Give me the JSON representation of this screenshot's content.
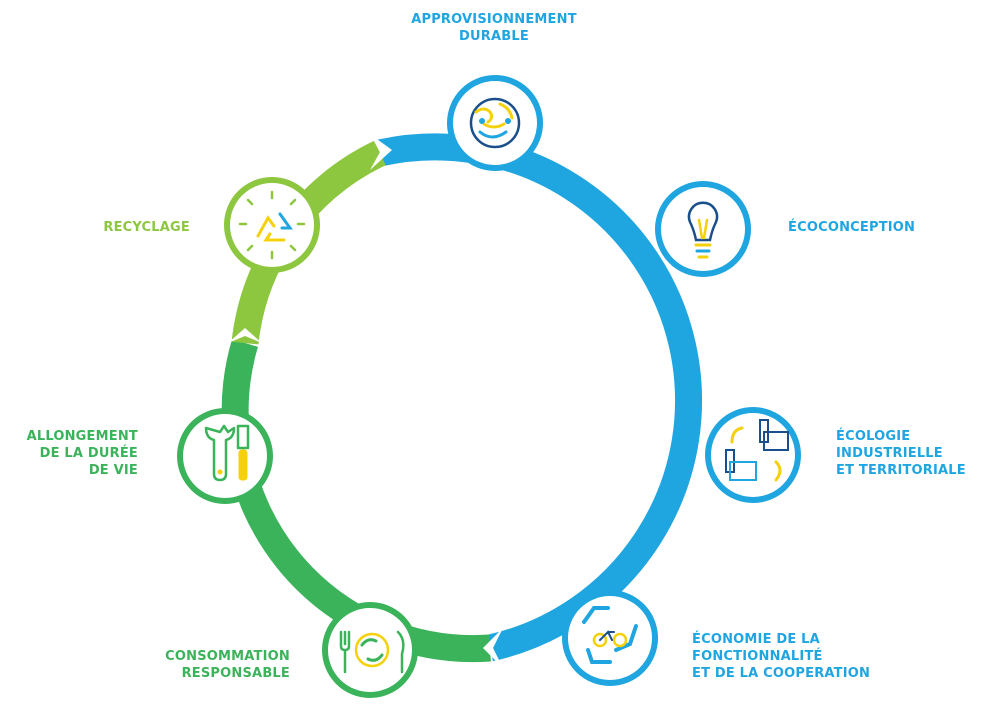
{
  "colors": {
    "blue": "#1fa5e0",
    "green": "#3bb35a",
    "light_green": "#8dc63f",
    "yellow": "#f5d10b",
    "navy": "#1b4f8c"
  },
  "stages": [
    {
      "id": "approvisionnement",
      "lines": [
        "APPROVISIONNEMENT",
        "DURABLE"
      ],
      "icon": "globe-icon",
      "color": "blue"
    },
    {
      "id": "ecoconception",
      "lines": [
        "ÉCOCONCEPTION"
      ],
      "icon": "lightbulb-icon",
      "color": "blue"
    },
    {
      "id": "ecologie",
      "lines": [
        "ÉCOLOGIE",
        "INDUSTRIELLE",
        "ET TERRITORIALE"
      ],
      "icon": "factory-icon",
      "color": "blue"
    },
    {
      "id": "economie",
      "lines": [
        "ÉCONOMIE DE LA",
        "FONCTIONNALITÉ",
        "ET DE LA COOPERATION"
      ],
      "icon": "bicycle-icon",
      "color": "blue"
    },
    {
      "id": "consommation",
      "lines": [
        "CONSOMMATION",
        "RESPONSABLE"
      ],
      "icon": "plate-cutlery-icon",
      "color": "green"
    },
    {
      "id": "allongement",
      "lines": [
        "ALLONGEMENT",
        "DE LA DURÉE",
        "DE VIE"
      ],
      "icon": "tools-icon",
      "color": "green"
    },
    {
      "id": "recyclage",
      "lines": [
        "RECYCLAGE"
      ],
      "icon": "recycle-icon",
      "color": "light_green"
    }
  ]
}
